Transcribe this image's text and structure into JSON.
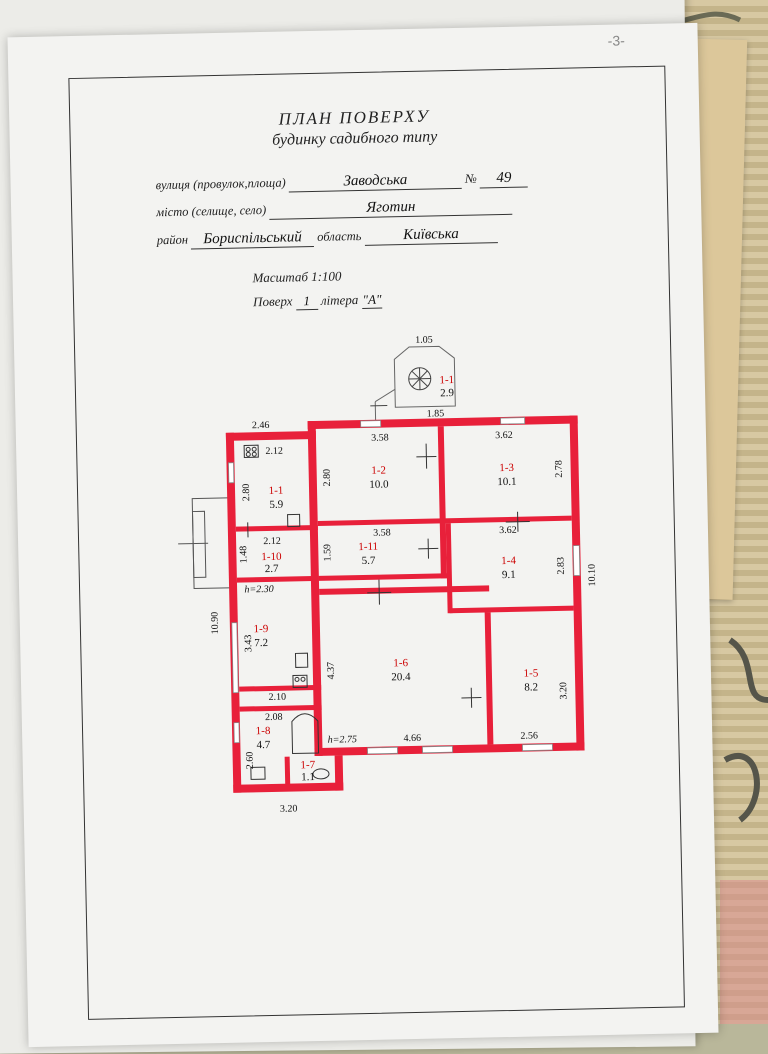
{
  "document": {
    "page_number": "-3-",
    "title_line1": "ПЛАН ПОВЕРХУ",
    "title_line2": "будинку садибного типу",
    "street_label": "вулиця (провулок,площа)",
    "street_value": "Заводська",
    "number_label": "№",
    "number_value": "49",
    "city_label": "місто (селище, село)",
    "city_value": "Яготин",
    "district_label": "район",
    "district_value": "Бориспільський",
    "region_label": "область",
    "region_value": "Київська",
    "scale_label": "Масштаб 1:100",
    "floor_label": "Поверх",
    "floor_value": "1",
    "letter_label": "літера",
    "letter_value": "\"А\""
  },
  "plan": {
    "rooms": [
      {
        "id": "1-1",
        "area": "5.9"
      },
      {
        "id": "1-2",
        "area": "10.0"
      },
      {
        "id": "1-3",
        "area": "10.1"
      },
      {
        "id": "1-4",
        "area": "9.1"
      },
      {
        "id": "1-5",
        "area": "8.2"
      },
      {
        "id": "1-6",
        "area": "20.4"
      },
      {
        "id": "1-7",
        "area": "1.1"
      },
      {
        "id": "1-8",
        "area": "4.7"
      },
      {
        "id": "1-9",
        "area": "7.2"
      },
      {
        "id": "1-10",
        "area": "2.7"
      },
      {
        "id": "1-11",
        "area": "5.7"
      },
      {
        "id": "1-1",
        "area": "2.9"
      }
    ],
    "dimensions": {
      "porch_top": "1.05",
      "porch_bottom": "1.85",
      "left_top": "2.46",
      "r11_top": "2.12",
      "r11_height": "2.80",
      "r12_top": "3.58",
      "r12_height": "2.80",
      "r13_top": "3.62",
      "r13_height": "2.78",
      "r110_top": "2.12",
      "r110_height": "1.48",
      "r111_top": "3.58",
      "r111_height": "1.59",
      "r14_top": "3.62",
      "r14_height": "2.83",
      "total_height_right": "10.10",
      "total_height_left": "10.90",
      "r19_height": "3.43",
      "r19_bottom": "2.10",
      "r18_top": "2.08",
      "r18_height": "2.60",
      "r16_height": "4.37",
      "r16_width": "4.66",
      "r15_height": "3.20",
      "r15_width": "2.56",
      "bottom_left": "3.20",
      "ceiling_left": "h=2.30",
      "ceiling_main": "h=2.75"
    }
  }
}
